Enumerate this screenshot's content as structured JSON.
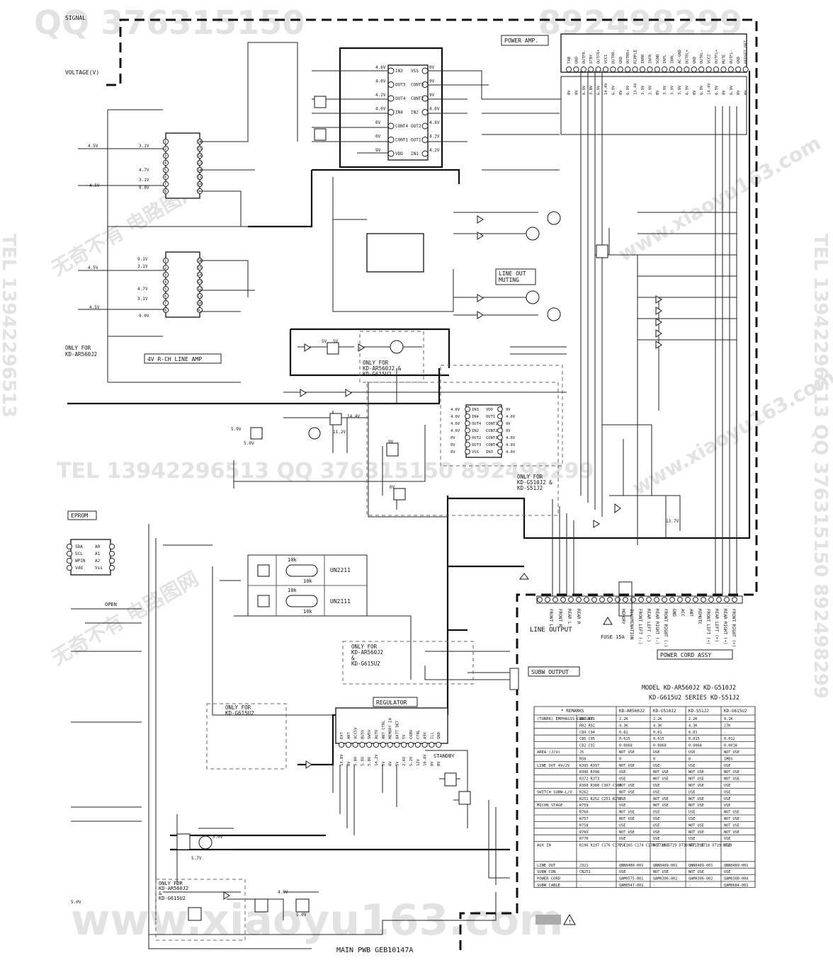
{
  "watermarks": {
    "top_left": "QQ 376315150",
    "top_right": "892498299",
    "side_right": "TEL 13942296513 QQ 376315150 892498299",
    "side_left": "TEL 13942296513",
    "mid": "TEL 13942296513 QQ 376315150 892498299",
    "bottom": "www.xiaoyu163.com",
    "cn1": "无奇不有 电路图网",
    "cn2": "www.xiaoyu163.com"
  },
  "legend": {
    "signal": "SIGNAL",
    "voltage": "VOLTAGE(V)"
  },
  "blocks": {
    "power_amp": "POWER AMP.",
    "line_amp": "4V R-CH LINE AMP",
    "only_for_ar560": "ONLY FOR\nKD-AR560J2",
    "eeprom": "EPROM",
    "line_out_muting": "LINE OUT\nMUTING",
    "only_ar560_g615_a": "ONLY FOR\nKD-AR560J2 &\nKD-G615U2",
    "only_g510_s51": "ONLY FOR\nKD-G510J2 &\nKD-S51J2",
    "only_ar560_g615_b": "ONLY FOR\nKD-AR560J2\n&\nKD-G615U2",
    "only_g615": "ONLY FOR\nKD-G615U2",
    "regulator": "REGULATOR",
    "standby": "STANDBY",
    "only_ar560_g615_c": "ONLY FOR\nKD-AR560J2\n&\nKD-G615U2",
    "main_pwb": "MAIN PWB GEB10147A",
    "power_cord_assy": "POWER CORD ASSY",
    "line_output": "LINE OUTPUT",
    "subw_output": "SUBW OUTPUT",
    "fuse": "FUSE 15A",
    "open": "OPEN"
  },
  "transistor_table": [
    {
      "part": "UN2211",
      "r_top": "10k",
      "r_bot": "10k"
    },
    {
      "part": "UN2111",
      "r_top": "10k",
      "r_bot": "10k"
    }
  ],
  "power_amp_pins": [
    "TAB",
    "GND",
    "OUTFR-",
    "STBY",
    "OUTFR+",
    "VCC1",
    "OUTRR-",
    "GND",
    "OUTRR+",
    "RIPPLE",
    "INRR",
    "INFR",
    "SGND",
    "INFL",
    "INRL",
    "AC-GND",
    "OUTRL+",
    "GND",
    "OUTRL-",
    "VCC2",
    "OUTFL+",
    "MUTE",
    "OUTFL-",
    "GND",
    "OFFSET DET"
  ],
  "power_amp_volts": [
    "0V",
    "0V",
    "6.9V",
    "3.0V",
    "6.9V",
    "14.4V",
    "6.9V",
    "0V",
    "6.9V",
    "13.4V",
    "3.9V",
    "3.9V",
    "0V",
    "3.9V",
    "3.9V",
    "3.9V",
    "6.9V",
    "0V",
    "6.9V",
    "14.4V",
    "6.9V",
    "0V",
    "6.9V",
    "0V",
    "0V"
  ],
  "ic_top_left": [
    "IN3",
    "OUT3",
    "OUT4",
    "IN4",
    "CONT4",
    "CONT1",
    "VDD"
  ],
  "ic_top_right": [
    "VSS",
    "CONT3",
    "CONT2",
    "IN2",
    "OUT2",
    "OUT1",
    "IN1"
  ],
  "ic_top_volts_l": [
    "4.6V",
    "4.6V",
    "4.2V",
    "4.6V",
    "0V",
    "0V",
    "9V"
  ],
  "ic_top_volts_r": [
    "0V",
    "9V",
    "9V",
    "4.6V",
    "4.6V",
    "4.2V",
    "4.2V"
  ],
  "ic_mid_left": [
    "IN3",
    "IN4",
    "OUT4",
    "IN2",
    "OUT2",
    "OUT3",
    "VSS"
  ],
  "ic_mid_right": [
    "VDD",
    "OUT1",
    "CONT1",
    "CONT2",
    "CONT3",
    "CONT4",
    "IN3"
  ],
  "ic_mid_volts_l": [
    "4.6V",
    "4.6V",
    "4.6V",
    "4.6V",
    "0V",
    "0V",
    "0V"
  ],
  "ic_mid_volts_r": [
    "9V",
    "4.6V",
    "9V",
    "9V",
    "4.6V",
    "4.6V",
    "4.6V"
  ],
  "eeprom_pins": [
    "SDA",
    "SCL",
    "WPIN",
    "Vdd"
  ],
  "eeprom_pins_r": [
    "A0",
    "A1",
    "A2",
    "Vss"
  ],
  "regulator_pins": [
    "EXT",
    "ANT",
    "ACC5V",
    "BU5V",
    "SW5V",
    "AUTO",
    "ANT CTRL",
    "MEMORY IN",
    "BATT DET",
    "5V",
    "COBV",
    "CTRL",
    "A9V",
    "ILL",
    "GND"
  ],
  "regulator_volts": [
    "13.8V",
    "0V",
    "5.8V",
    "5.8V",
    "5.8V",
    "14.2V",
    "5V",
    "0V",
    "5V",
    "2.6V",
    "5.2V",
    "12V",
    "10.8V",
    "0V",
    "0V"
  ],
  "power_cord_labels": [
    "MEMORY",
    "ILLUMINATION",
    "FRONT LEFT (-)",
    "REAR LEFT (-)",
    "REAR RIGHT (-)",
    "FRONT RIGHT (-)",
    "GND",
    "ACC",
    "ANT",
    "REMOTE",
    "FRONT LEFT (+)",
    "REAR LEFT (+)",
    "REAR RIGHT (+)",
    "FRONT RIGHT (+)"
  ],
  "line_output_labels": [
    "FRONT L",
    "FRONT R",
    "REAR L",
    "REAR R"
  ],
  "model_info": {
    "line1": "MODEL  KD-AR560J2   KD-G510J2",
    "line2": "KD-G615U2 SERIES   KD-S51J2"
  },
  "remarks_table": {
    "headers": [
      "REMARKS",
      "KD-AR560J2",
      "KD-G510J2",
      "KD-S51J2",
      "KD-G615U2"
    ],
    "rows": [
      {
        "group": "(TUNER) EMPHASIS CIRCUIT",
        "parts": "R81 R91",
        "v": [
          "2.2K",
          "2.2K",
          "2.2K",
          "9.1K"
        ]
      },
      {
        "group": "",
        "parts": "R82 R92",
        "v": [
          "4.3K",
          "4.3K",
          "4.3K",
          "27K"
        ]
      },
      {
        "group": "",
        "parts": "C84 C94",
        "v": [
          "0.01",
          "0.01",
          "0.01",
          "-"
        ]
      },
      {
        "group": "",
        "parts": "C85 C95",
        "v": [
          "0.015",
          "0.015",
          "0.015",
          "0.012"
        ]
      },
      {
        "group": "",
        "parts": "C82 C92",
        "v": [
          "0.0068",
          "0.0068",
          "0.0068",
          "0.0018"
        ]
      },
      {
        "group": "AREA (J/U)",
        "parts": "J5",
        "v": [
          "NOT USE",
          "USE",
          "USE",
          "NOT USE"
        ]
      },
      {
        "group": "",
        "parts": "R50",
        "v": [
          "0",
          "0",
          "0",
          "1MEG"
        ]
      },
      {
        "group": "LINE OUT 4V/2V",
        "parts": "R395 R397",
        "v": [
          "NOT USE",
          "USE",
          "USE",
          "USE"
        ]
      },
      {
        "group": "",
        "parts": "R396 R398",
        "v": [
          "USE",
          "NOT USE",
          "NOT USE",
          "NOT USE"
        ]
      },
      {
        "group": "",
        "parts": "R372 R373",
        "v": [
          "USE",
          "NOT USE",
          "NOT USE",
          "NOT USE"
        ]
      },
      {
        "group": "",
        "parts": "R368 R388 C367 C387",
        "v": [
          "NOT USE",
          "USE",
          "NOT USE",
          "USE"
        ]
      },
      {
        "group": "SWITCH SUBW-L/O",
        "parts": "R262",
        "v": [
          "NOT USE",
          "USE",
          "USE",
          "USE"
        ]
      },
      {
        "group": "",
        "parts": "R251 R252 C251 R250",
        "v": [
          "USE",
          "NOT USE",
          "NOT USE",
          "USE"
        ]
      },
      {
        "group": "MICON STAGE",
        "parts": "R759",
        "v": [
          "USE",
          "NOT USE",
          "NOT USE",
          "USE"
        ]
      },
      {
        "group": "",
        "parts": "R760",
        "v": [
          "NOT USE",
          "USE",
          "USE",
          "NOT USE"
        ]
      },
      {
        "group": "",
        "parts": "R757",
        "v": [
          "NOT USE",
          "USE",
          "USE",
          "NOT USE"
        ]
      },
      {
        "group": "",
        "parts": "R758",
        "v": [
          "USE",
          "USE",
          "NOT USE",
          "NOT USE"
        ]
      },
      {
        "group": "",
        "parts": "R769",
        "v": [
          "NOT USE",
          "USE",
          "NOT USE",
          "NOT USE"
        ]
      },
      {
        "group": "",
        "parts": "R770",
        "v": [
          "USE",
          "USE",
          "USE",
          "USE"
        ]
      },
      {
        "group": "AUX IN",
        "parts": "R196 R197 C176 C177 C165 C174 C178 D728 D729 D730 D717 D718 D719 D720",
        "v": [
          "USE",
          "NOT USE",
          "NOT USE",
          "USE"
        ]
      },
      {
        "group": "LINE OUT",
        "parts": "J321",
        "v": [
          "QNN0480-001",
          "QNN0489-001",
          "QNN0489-001",
          "QNN0489-001"
        ]
      },
      {
        "group": "SUBW CON",
        "parts": "CN251",
        "v": [
          "USE",
          "NOT USE",
          "NOT USE",
          "USE"
        ]
      },
      {
        "group": "POWER CORD",
        "parts": "-",
        "v": [
          "QAM0575-001",
          "QAM0306-002",
          "QAM0306-002",
          "QAM0308-004"
        ]
      },
      {
        "group": "SUBW CABLE",
        "parts": "-",
        "v": [
          "QAM0547-001",
          "-",
          "-",
          "QAM0684-001"
        ]
      }
    ]
  },
  "misc_volts": [
    "4.5V",
    "4.5V",
    "3.1V",
    "4.7V",
    "3.1V",
    "9.0V",
    "4.5V",
    "4.5V",
    "9.1V",
    "3.1V",
    "4.7V",
    "3.1V",
    "9.0V",
    "5V",
    "5V",
    "14.4V",
    "11.2V",
    "5.9V",
    "5.0V",
    "5.0V",
    "5.7V",
    "5.0V",
    "4.9V",
    "5.0V",
    "13.7V",
    "9V",
    "0V"
  ]
}
